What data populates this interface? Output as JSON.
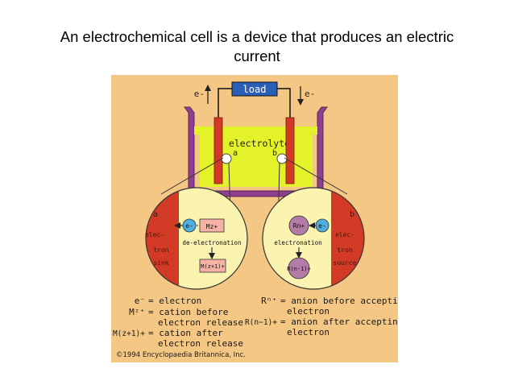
{
  "slide": {
    "title_line1": "An electrochemical cell is a device that produces an electric",
    "title_line2": "current"
  },
  "diagram": {
    "load": "load",
    "e_left": "e-",
    "e_right": "e-",
    "electrolyte": "electrolyte",
    "point_a": "a",
    "point_b": "b",
    "circle_a": "a",
    "circle_b": "b",
    "left": {
      "e_label": "e-",
      "cation": "Mz+",
      "sink_1": "elec-",
      "sink_2": "tron",
      "sink_3": "sink",
      "process": "de-electronation",
      "product": "M(z+1)+"
    },
    "right": {
      "e_label": "e-",
      "anion": "Rn+",
      "source_1": "elec-",
      "source_2": "tron",
      "source_3": "source",
      "process": "electronation",
      "product": "R(n-1)+"
    },
    "legend": {
      "l1_sym": "e⁻",
      "l1_txt": "= electron",
      "l2_sym": "Mᶻ⁺",
      "l2_txt": "= cation before",
      "l3_txt": "electron release",
      "l4_sym": "M(z+1)+",
      "l4_txt": "= cation after",
      "l5_txt": "electron release",
      "r1_sym": "Rⁿ⁺",
      "r1_txt": "= anion before accepting",
      "r2_txt": "electron",
      "r3_sym": "R(n−1)+",
      "r3_txt": "= anion after accepting",
      "r4_txt": "electron"
    },
    "copyright": "©1994 Encyclopaedia Britannica, Inc."
  },
  "colors": {
    "background": "#f5c784",
    "container": "#8f3f8f",
    "electrolyte": "#e4f22a",
    "electrode": "#d33a25",
    "load_box": "#2a5fb8",
    "circle_fill": "#fbf4b0",
    "cation": "#f7b2a6",
    "anion": "#b27ca6",
    "electron": "#4faedd"
  }
}
